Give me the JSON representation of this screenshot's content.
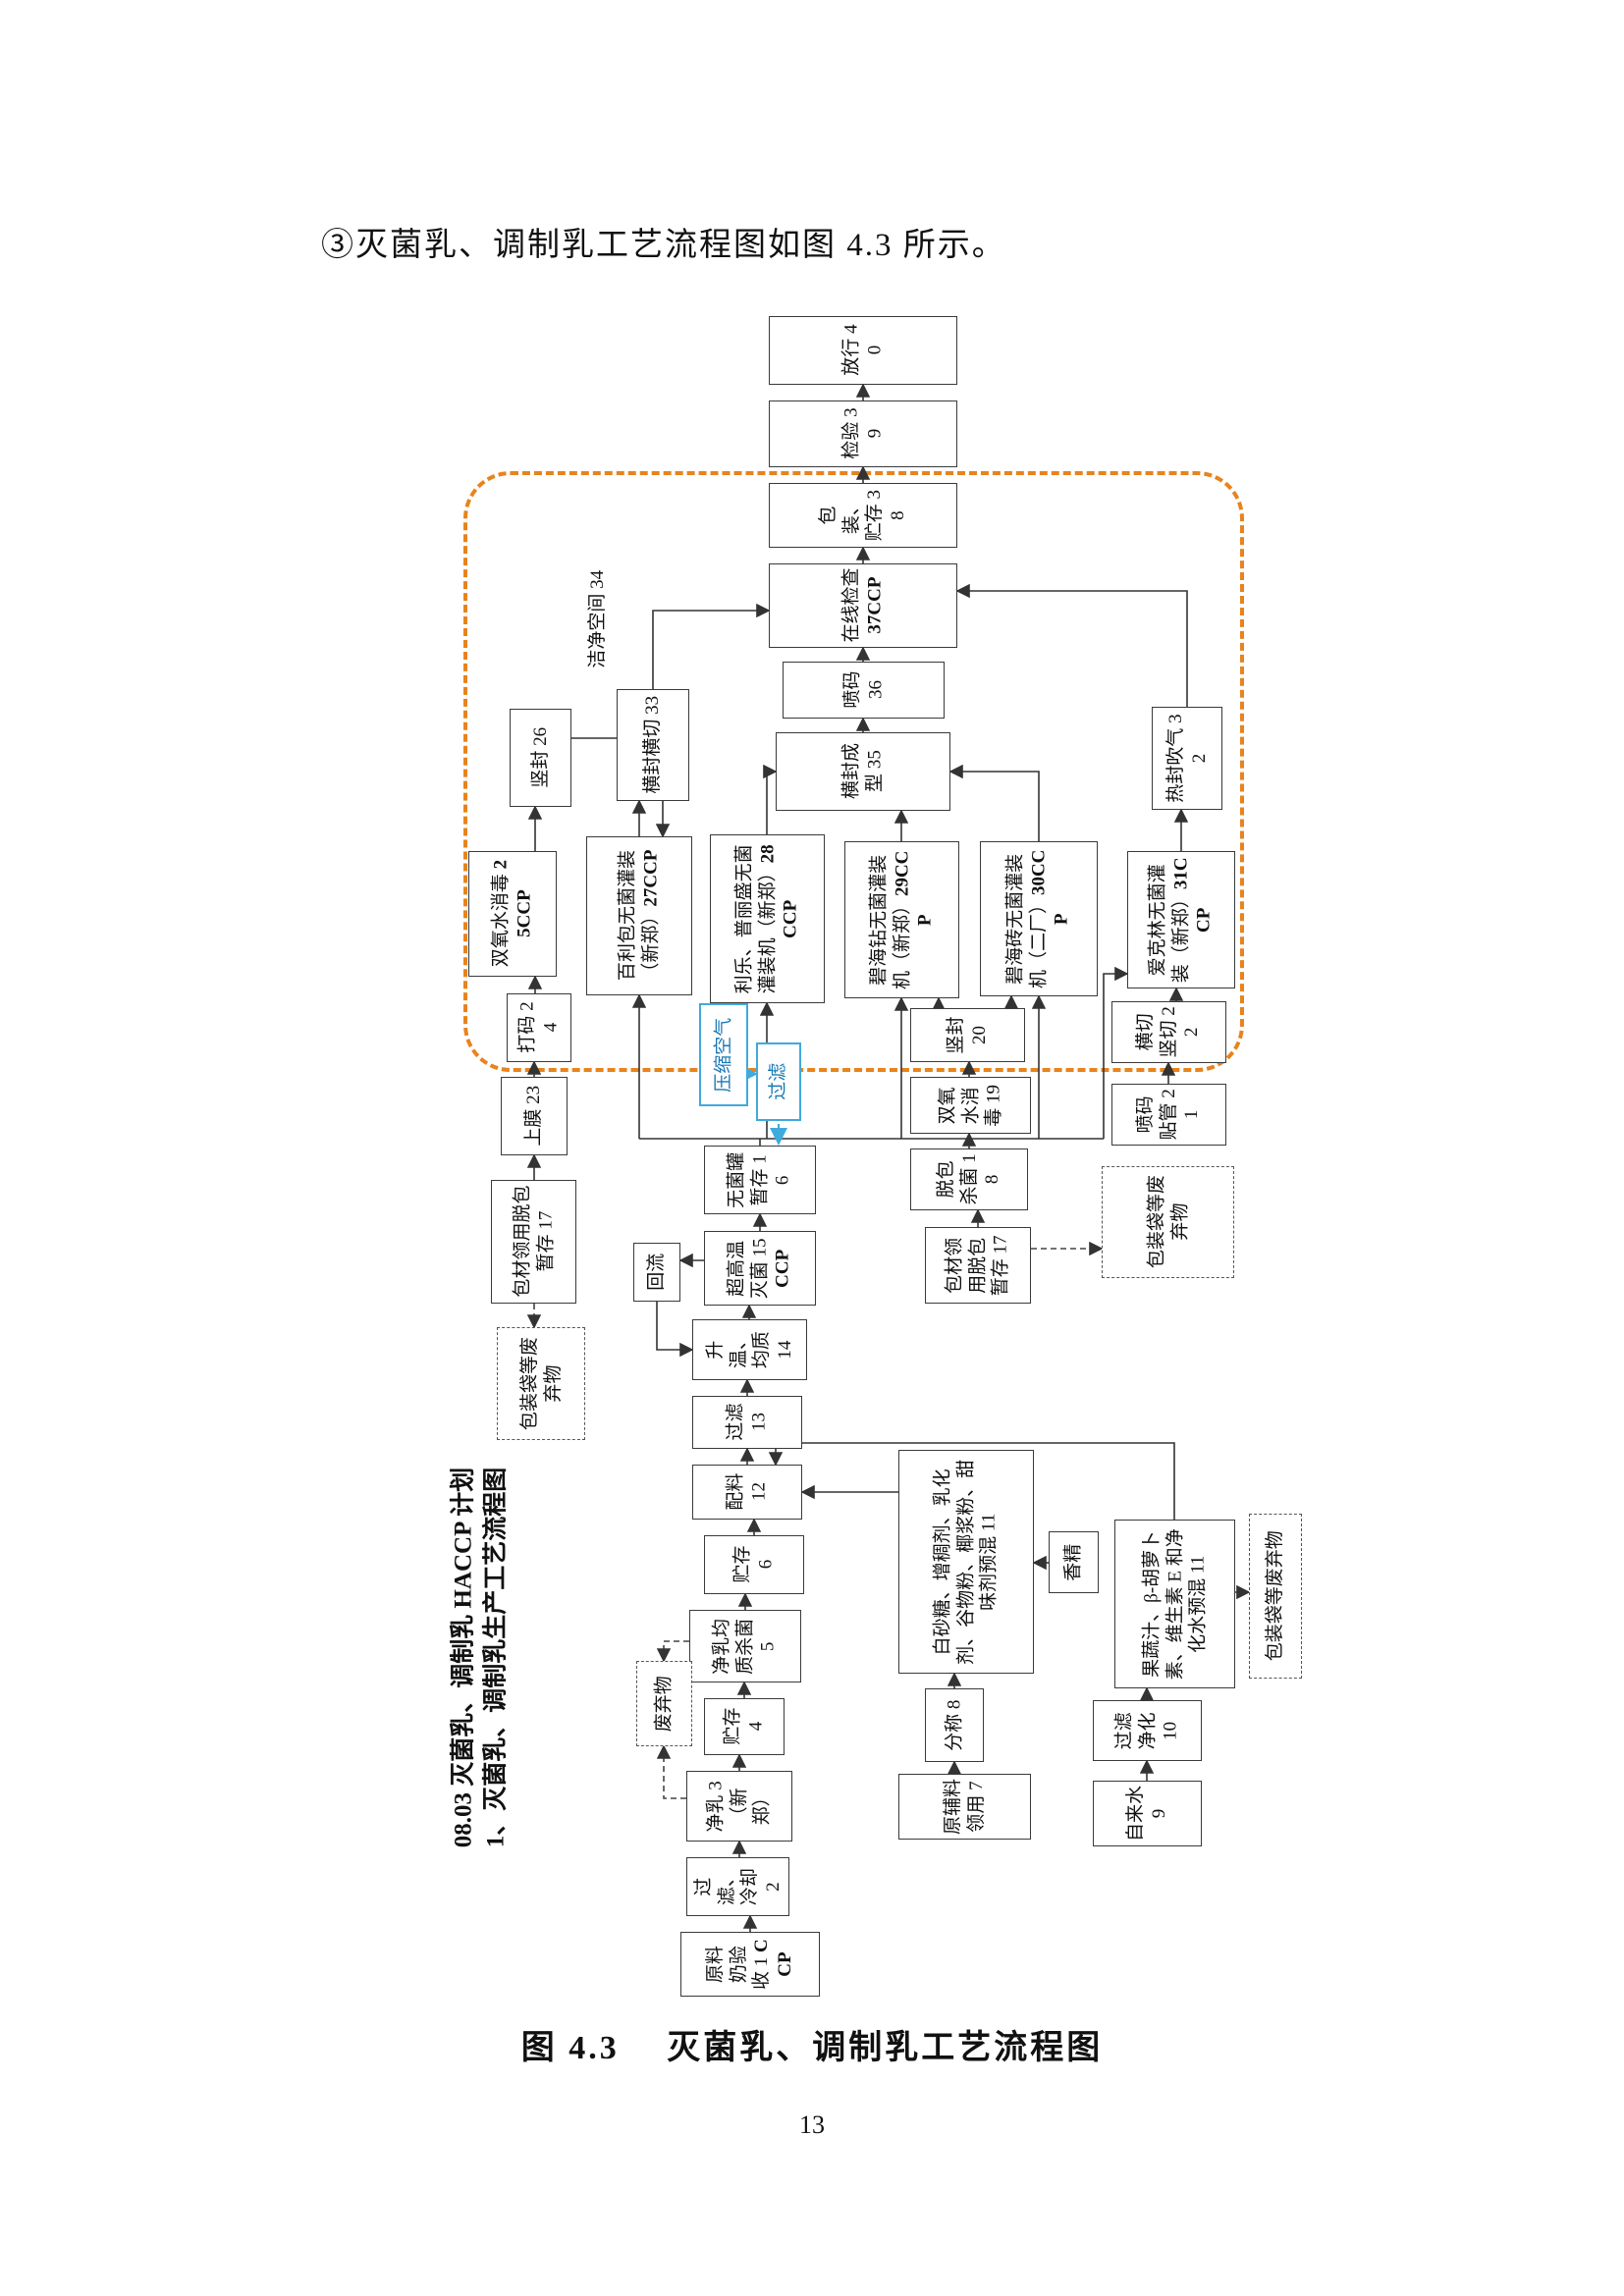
{
  "page": {
    "heading": "③灭菌乳、调制乳工艺流程图如图 4.3 所示。",
    "caption": "图 4.3　 灭菌乳、调制乳工艺流程图",
    "page_number": "13"
  },
  "diagram": {
    "side_title": {
      "line1": "08.03 灭菌乳、调制乳 HACCP 计划",
      "line2": "1、灭菌乳、调制乳生产工艺流程图"
    },
    "clean_room_label": "洁净空间 34",
    "colors": {
      "region_dashed": "#E8831D",
      "blue_accent": "#3FAADC"
    },
    "nodes": {
      "n1": {
        "label": "原料奶验收 1 ",
        "ccp": "CCP"
      },
      "n2": {
        "label": "过滤、冷却 2"
      },
      "n3": {
        "label": "净乳 3（新郑）"
      },
      "n4": {
        "label": "贮存 4"
      },
      "n5": {
        "label": "净乳均质杀菌 5"
      },
      "n6": {
        "label": "贮存 6"
      },
      "n7": {
        "label": "原辅料领用 7"
      },
      "n8": {
        "label": "分称 8"
      },
      "n9": {
        "label": "自来水 9"
      },
      "n10": {
        "label": "过滤净化 10"
      },
      "n11a": {
        "label": "白砂糖、增稠剂、乳化剂、谷物粉、椰浆粉、甜味剂预混 11"
      },
      "essence": {
        "label": "香精"
      },
      "n11b": {
        "label": "果蔬汁、β-胡萝卜素、维生素 E 和净化水预混 11"
      },
      "n12": {
        "label": "配料 12"
      },
      "n13": {
        "label": "过滤 13"
      },
      "n14": {
        "label": "升温、均质 14"
      },
      "n15": {
        "label": "超高温灭菌 15 ",
        "ccp": "CCP"
      },
      "reflux": {
        "label": "回流"
      },
      "n16": {
        "label": "无菌罐暂存 16"
      },
      "n17L": {
        "label": "包材领用脱包暂存 17"
      },
      "n17R": {
        "label": "包材领用脱包暂存 17"
      },
      "n18": {
        "label": "脱包杀菌 18"
      },
      "n19": {
        "label": "双氧水消毒 19"
      },
      "n20": {
        "label": "竖封 20"
      },
      "n21": {
        "label": "喷码贴管 21"
      },
      "n22": {
        "label": "横切竖切 22"
      },
      "n23": {
        "label": "上膜 23"
      },
      "n24": {
        "label": "打码 24"
      },
      "n25": {
        "label": "双氧水消毒 ",
        "ccp": "25CCP"
      },
      "n26": {
        "label": "竖封 26"
      },
      "n27": {
        "label": "百利包无菌灌装（新郑）",
        "ccp": "27CCP"
      },
      "n28": {
        "label": "利乐、普丽盛无菌灌装机（新郑）",
        "ccp": "28CCP"
      },
      "n29": {
        "label": "碧海钻无菌灌装机（新郑）",
        "ccp": "29CCP"
      },
      "n30": {
        "label": "碧海砖无菌灌装机（二厂）",
        "ccp": "30CCP"
      },
      "n31": {
        "label": "爱克林无菌灌装（新郑）",
        "ccp": "31CCP"
      },
      "n32": {
        "label": "热封吹气 32"
      },
      "n33": {
        "label": "横封横切 33"
      },
      "n35": {
        "label": "横封成型 35"
      },
      "n36": {
        "label": "喷码 36"
      },
      "n37": {
        "label": "在线检查 ",
        "ccp": "37CCP"
      },
      "n38": {
        "label": "包装、贮存 38"
      },
      "n39": {
        "label": "检验 39"
      },
      "n40": {
        "label": "放行 40"
      },
      "waste_left": {
        "label": "包装袋等废弃物"
      },
      "waste_right": {
        "label": "包装袋等废弃物"
      },
      "waste_bottom": {
        "label": "包装袋等废弃物"
      },
      "waste_mid": {
        "label": "废弃物"
      },
      "air": {
        "label": "压缩空气"
      },
      "air_filter": {
        "label": "过滤"
      }
    }
  }
}
